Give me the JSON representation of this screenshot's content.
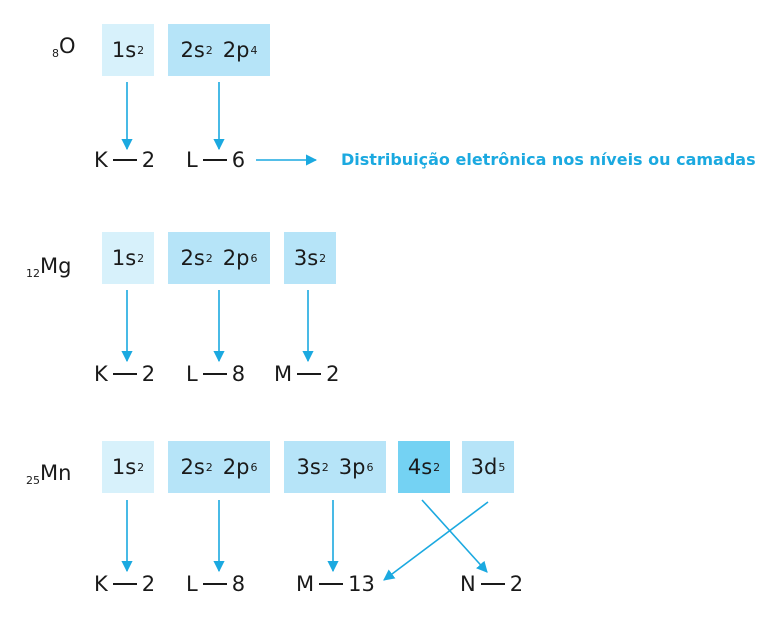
{
  "colors": {
    "arrow": "#1ba9e0",
    "box_light": "#d7f1fb",
    "box_mid": "#b6e4f8",
    "box_dark": "#74d2f3"
  },
  "caption": "Distribuição eletrônica nos níveis ou camadas",
  "oxygen": {
    "z": "8",
    "symbol": "O",
    "subshells": [
      {
        "base": "1s",
        "exp": "2"
      },
      {
        "base": "2s",
        "exp": "2"
      },
      {
        "base": "2p",
        "exp": "4"
      }
    ],
    "shells": [
      {
        "letter": "K",
        "count": "2"
      },
      {
        "letter": "L",
        "count": "6"
      }
    ]
  },
  "magnesium": {
    "z": "12",
    "symbol": "Mg",
    "subshells": [
      {
        "base": "1s",
        "exp": "2"
      },
      {
        "base": "2s",
        "exp": "2"
      },
      {
        "base": "2p",
        "exp": "6"
      },
      {
        "base": "3s",
        "exp": "2"
      }
    ],
    "shells": [
      {
        "letter": "K",
        "count": "2"
      },
      {
        "letter": "L",
        "count": "8"
      },
      {
        "letter": "M",
        "count": "2"
      }
    ]
  },
  "manganese": {
    "z": "25",
    "symbol": "Mn",
    "subshells": [
      {
        "base": "1s",
        "exp": "2"
      },
      {
        "base": "2s",
        "exp": "2"
      },
      {
        "base": "2p",
        "exp": "6"
      },
      {
        "base": "3s",
        "exp": "2"
      },
      {
        "base": "3p",
        "exp": "6"
      },
      {
        "base": "4s",
        "exp": "2"
      },
      {
        "base": "3d",
        "exp": "5"
      }
    ],
    "shells": [
      {
        "letter": "K",
        "count": "2"
      },
      {
        "letter": "L",
        "count": "8"
      },
      {
        "letter": "M",
        "count": "13"
      },
      {
        "letter": "N",
        "count": "2"
      }
    ]
  }
}
